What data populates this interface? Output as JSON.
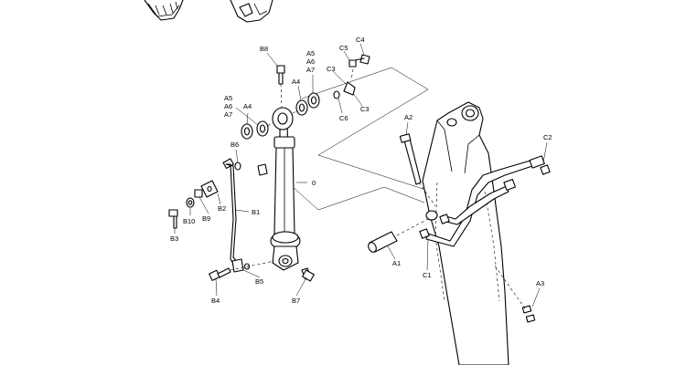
{
  "labels": {
    "B8": "B8",
    "A5_top": "A5",
    "A6_top": "A6",
    "A7_top": "A7",
    "C5": "C5",
    "C4": "C4",
    "C3_top": "C3",
    "C3_right": "C3",
    "C6": "C6",
    "A4_top": "A4",
    "A5_left": "A5",
    "A6_left": "A6",
    "A7_left": "A7",
    "A4_left": "A4",
    "B6": "B6",
    "zero": "0",
    "A2": "A2",
    "C2": "C2",
    "B2": "B2",
    "B1": "B1",
    "B9": "B9",
    "B10": "B10",
    "B3": "B3",
    "B5": "B5",
    "B4": "B4",
    "B7": "B7",
    "A1": "A1",
    "C1": "C1",
    "A3": "A3"
  }
}
